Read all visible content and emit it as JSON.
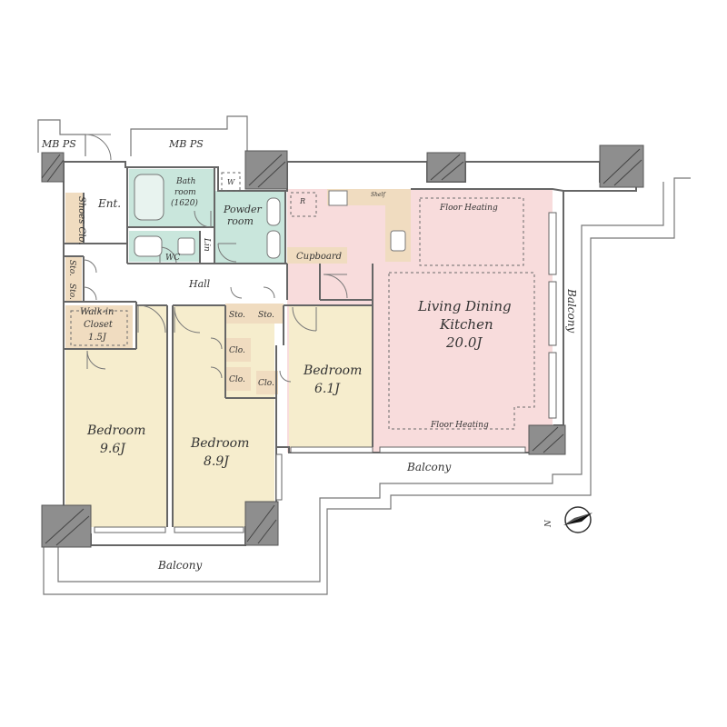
{
  "labels": {
    "mb_ps_left": "MB  PS",
    "mb_ps_top": "MB   PS",
    "ent": "Ent.",
    "bath_room_line1": "Bath",
    "bath_room_line2": "room",
    "bath_room_line3": "(1620)",
    "w": "W",
    "powder_line1": "Powder",
    "powder_line2": "room",
    "shoes_clo": "Shoes Clo.",
    "wc": "WC",
    "lin": "Lin",
    "r": "R",
    "shelf": "Shelf",
    "cupboard": "Cupboard",
    "floor_heating_top": "Floor Heating",
    "floor_heating_bottom": "Floor Heating",
    "ldk_line1": "Living Dining",
    "ldk_line2": "Kitchen",
    "ldk_line3": "20.0J",
    "sto_1": "Sto.",
    "sto_2": "Sto.",
    "sto_3": "Sto.",
    "sto_4": "Sto.",
    "hall": "Hall",
    "walkin_line1": "Walk-in",
    "walkin_line2": "Closet",
    "walkin_line3": "1.5J",
    "clo_1": "Clo.",
    "clo_2": "Clo.",
    "clo_3": "Clo.",
    "bedroom_a_name": "Bedroom",
    "bedroom_a_size": "9.6J",
    "bedroom_b_name": "Bedroom",
    "bedroom_b_size": "8.9J",
    "bedroom_c_name": "Bedroom",
    "bedroom_c_size": "6.1J",
    "balcony_right": "Balcony",
    "balcony_middle": "Balcony",
    "balcony_bottom": "Balcony",
    "north": "N"
  },
  "colors": {
    "ldk": "#f8dcdc",
    "bedroom": "#f6edcd",
    "storage": "#f0dcc0",
    "bath": "#c9e6dc",
    "hall": "#ffffff",
    "wall": "#7a7a7a"
  }
}
